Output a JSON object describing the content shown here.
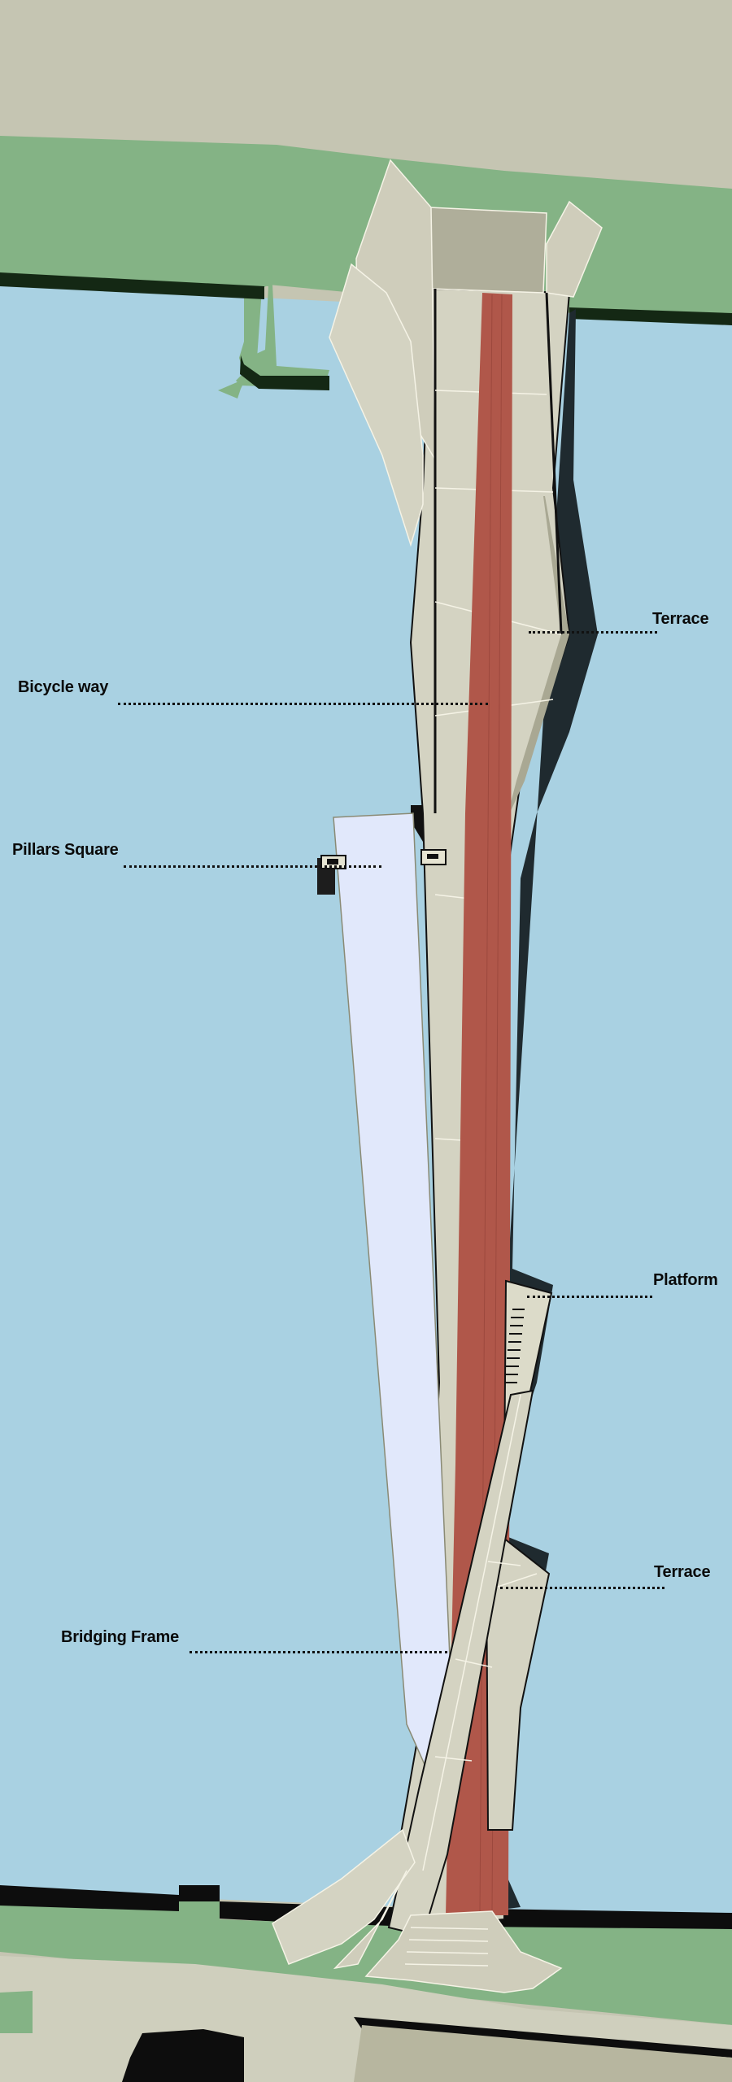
{
  "diagram": {
    "type": "architectural-site-plan",
    "subject": "pedestrian and bicycle bridge over water, plan view",
    "colors": {
      "ground": "#c5c5b2",
      "grass": "#84b385",
      "grass_edge": "#142814",
      "water": "#a9d1e2",
      "deck": "#d4d3c2",
      "deck_shade": "#a9a893",
      "bicycle_way": "#b0574a",
      "pillars_square": "#e1e8fb",
      "shadow": "#1a1f22",
      "line": "#f5f3e6"
    },
    "labels": [
      {
        "id": "terrace-north",
        "text": "Terrace"
      },
      {
        "id": "bicycle-way",
        "text": "Bicycle way"
      },
      {
        "id": "pillars-square",
        "text": "Pillars Square"
      },
      {
        "id": "platform",
        "text": "Platform"
      },
      {
        "id": "terrace-south",
        "text": "Terrace"
      },
      {
        "id": "bridging-frame",
        "text": "Bridging Frame"
      }
    ]
  }
}
